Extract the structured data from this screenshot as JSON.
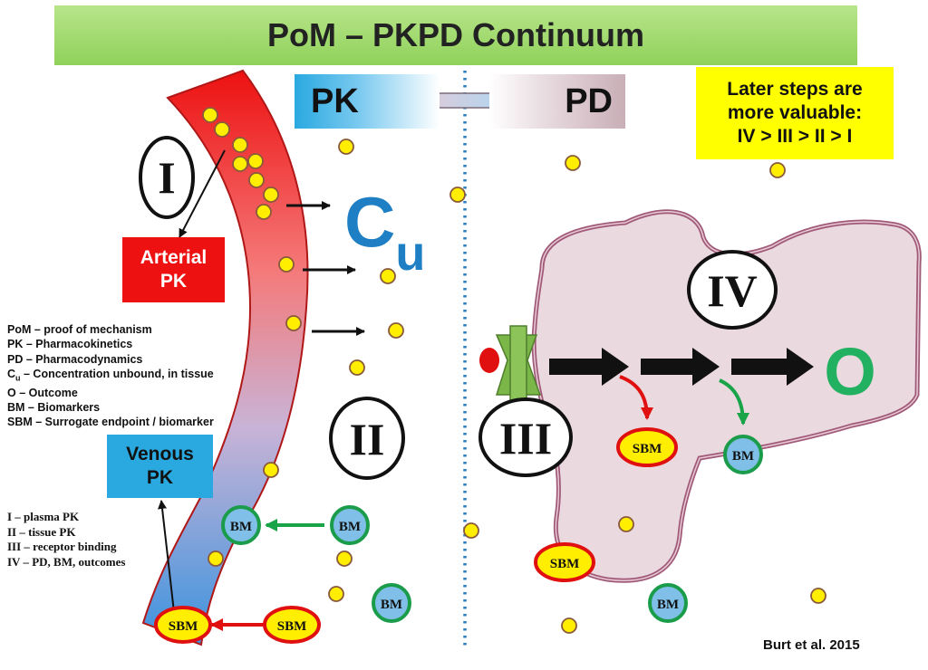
{
  "title": "PoM – PKPD Continuum",
  "pk_label": "PK",
  "pd_label": "PD",
  "later_steps": {
    "line1": "Later steps are",
    "line2": "more valuable:",
    "line3": "IV > III > II > I"
  },
  "arterial_pk": {
    "line1": "Arterial",
    "line2": "PK"
  },
  "venous_pk": {
    "line1": "Venous",
    "line2": "PK"
  },
  "cu_label": {
    "main": "C",
    "sub": "u"
  },
  "outcome_label": "O",
  "stage_labels": {
    "one": "I",
    "two": "II",
    "three": "III",
    "four": "IV"
  },
  "marker_labels": {
    "bm": "BM",
    "sbm": "SBM"
  },
  "abbreviations": [
    "PoM – proof of mechanism",
    "PK – Pharmacokinetics",
    "PD – Pharmacodynamics",
    {
      "pre": "C",
      "sub": "u",
      "post": " – Concentration unbound, in tissue"
    },
    "O – Outcome",
    "BM – Biomarkers",
    "SBM – Surrogate endpoint / biomarker"
  ],
  "stage_legend": [
    "I – plasma PK",
    "II – tissue PK",
    "III – receptor binding",
    "IV – PD, BM, outcomes"
  ],
  "citation": "Burt et al. 2015",
  "colors": {
    "title_bar": "#8fd15a",
    "arterial": "#ee1111",
    "venous": "#29a9e0",
    "cell": "#ead9de",
    "cell_border": "#a05a78",
    "particle": "#ffee00",
    "bm_fill": "#7fbfe8",
    "bm_ring": "#1a9c4a",
    "sbm_fill": "#ffee00",
    "sbm_ring": "#e01010",
    "receptor": "#7ab648",
    "outcome_green": "#22b061",
    "cu_blue": "#1f7fc4",
    "later_box": "#ffff00"
  }
}
